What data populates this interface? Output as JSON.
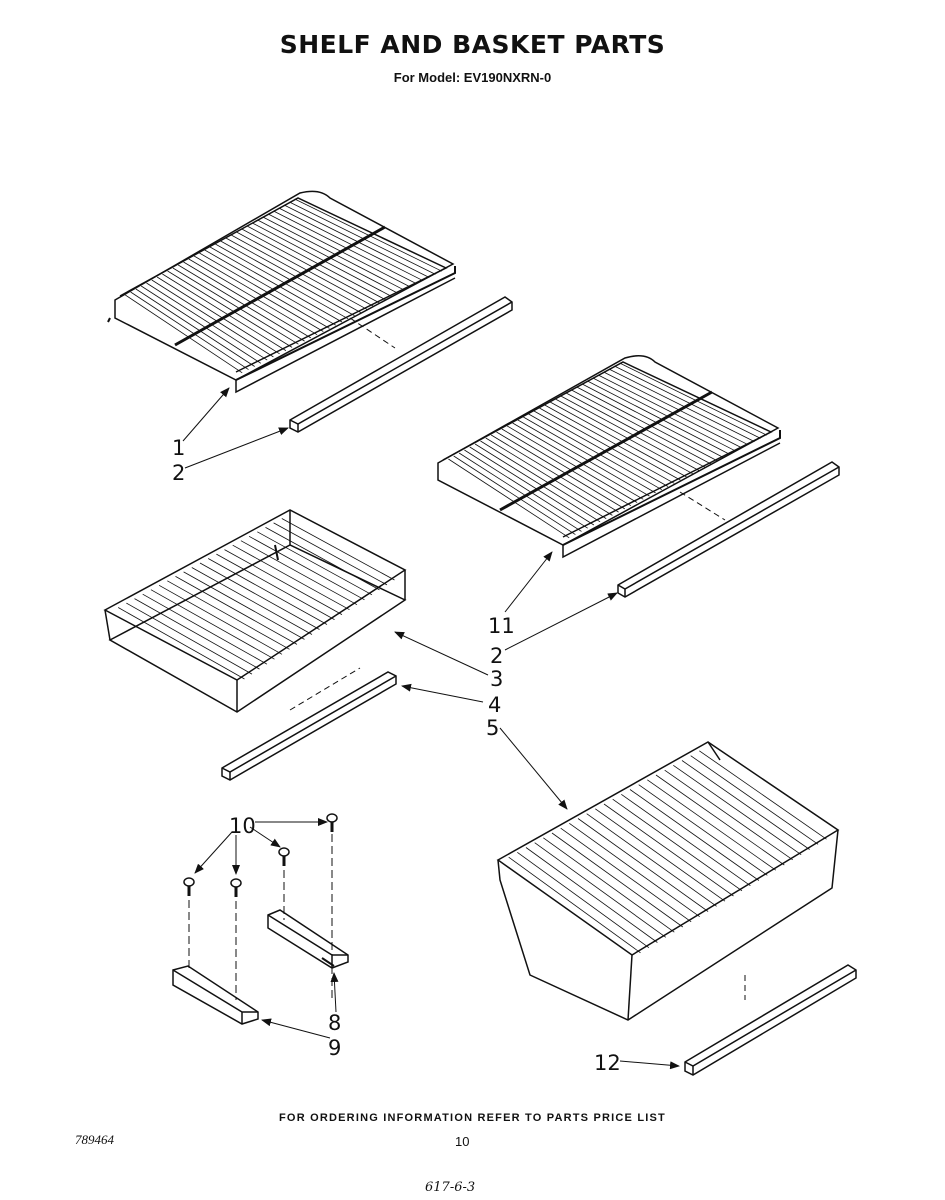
{
  "header": {
    "title": "SHELF AND BASKET PARTS",
    "subtitle": "For Model: EV190NXRN-0"
  },
  "callouts": {
    "shelf_upper": "1",
    "trim_upper": "2",
    "shelf_right": "11",
    "trim_right": "2",
    "basket_small": "3",
    "basket_trim": "4",
    "basket_large": "5",
    "screws": "10",
    "slide_right": "8",
    "slide_left": "9",
    "large_trim": "12"
  },
  "footer": {
    "ordering": "FOR ORDERING INFORMATION REFER TO PARTS PRICE LIST",
    "doc_number": "789464",
    "page_number": "10",
    "handwritten": "617-6-3"
  },
  "colors": {
    "ink": "#111111",
    "paper": "#ffffff"
  }
}
